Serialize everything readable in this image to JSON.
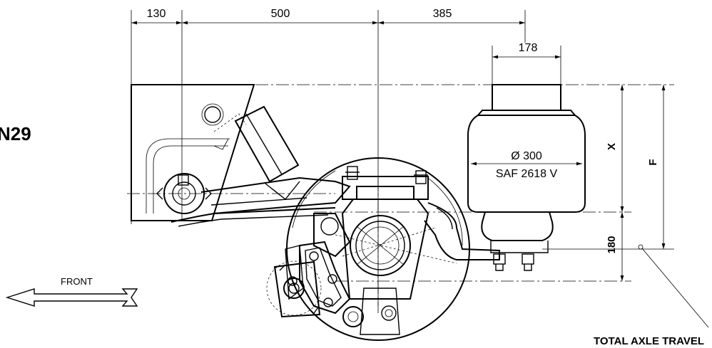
{
  "title_fragment": "N29",
  "dimensions": {
    "d1": "130",
    "d2": "500",
    "d3": "385",
    "d4": "178",
    "x_label": "X",
    "f_label": "F",
    "travel": "180"
  },
  "air_spring": {
    "diameter": "Ø 300",
    "model": "SAF 2618 V"
  },
  "direction_label": "FRONT",
  "travel_label": "TOTAL AXLE TRAVEL"
}
